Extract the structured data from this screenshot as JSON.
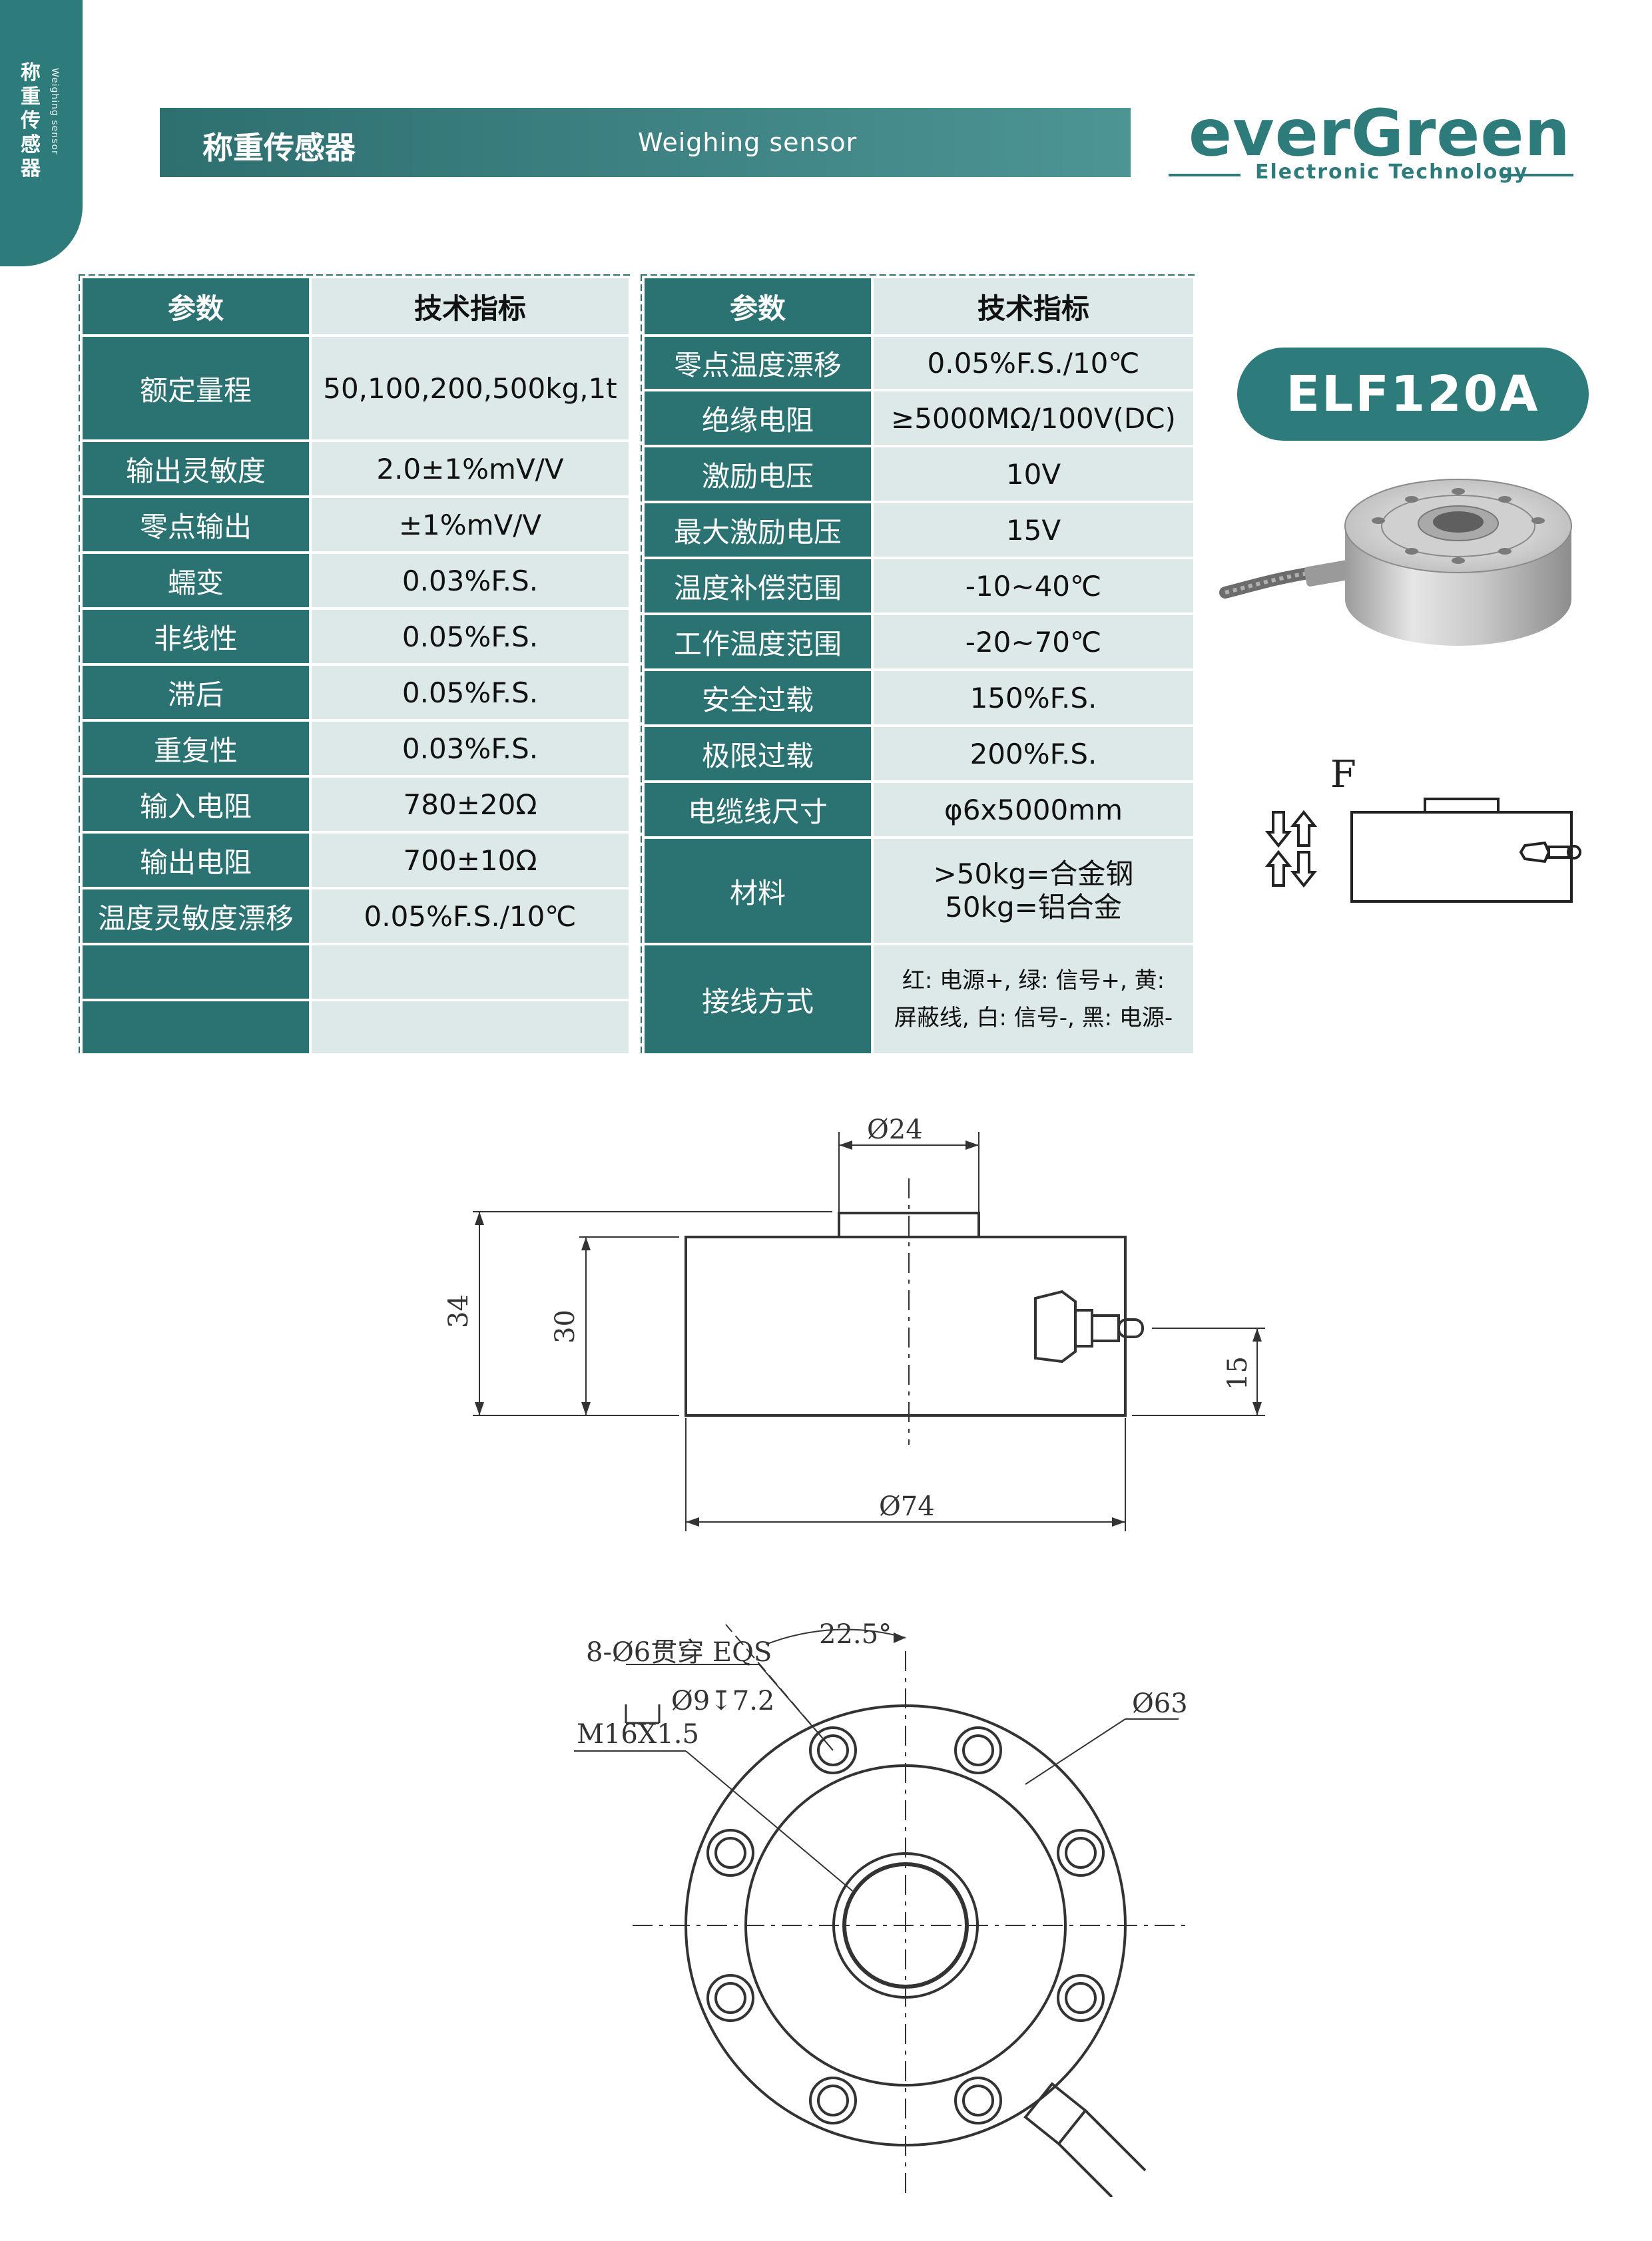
{
  "side": {
    "cn": "称重传感器",
    "en": "Weighing sensor"
  },
  "banner": {
    "cn": "称重传感器",
    "en": "Weighing sensor"
  },
  "logo": {
    "main": "everGreen",
    "sub": "Electronic Technology"
  },
  "model": "ELF120A",
  "left_table": {
    "header": [
      "参数",
      "技术指标"
    ],
    "rows": [
      [
        "额定量程",
        "50,100,200,500kg,1t"
      ],
      [
        "输出灵敏度",
        "2.0±1%mV/V"
      ],
      [
        "零点输出",
        "±1%mV/V"
      ],
      [
        "蠕变",
        "0.03%F.S."
      ],
      [
        "非线性",
        "0.05%F.S."
      ],
      [
        "滞后",
        "0.05%F.S."
      ],
      [
        "重复性",
        "0.03%F.S."
      ],
      [
        "输入电阻",
        "780±20Ω"
      ],
      [
        "输出电阻",
        "700±10Ω"
      ],
      [
        "温度灵敏度漂移",
        "0.05%F.S./10℃"
      ],
      [
        "",
        ""
      ],
      [
        "",
        ""
      ]
    ]
  },
  "right_table": {
    "header": [
      "参数",
      "技术指标"
    ],
    "rows": [
      [
        "零点温度漂移",
        "0.05%F.S./10℃"
      ],
      [
        "绝缘电阻",
        "≥5000MΩ/100V(DC)"
      ],
      [
        "激励电压",
        "10V"
      ],
      [
        "最大激励电压",
        "15V"
      ],
      [
        "温度补偿范围",
        "-10~40℃"
      ],
      [
        "工作温度范围",
        "-20~70℃"
      ],
      [
        "安全过载",
        "150%F.S."
      ],
      [
        "极限过载",
        "200%F.S."
      ],
      [
        "电缆线尺寸",
        "φ6x5000mm"
      ],
      [
        "材料",
        ">50kg=合金钢",
        "50kg=铝合金"
      ],
      [
        "接线方式",
        "红: 电源+, 绿: 信号+, 黄:",
        "屏蔽线, 白: 信号-, 黑: 电源-"
      ]
    ]
  },
  "force_diagram": {
    "label": "F"
  },
  "side_view": {
    "top_dia": "Ø24",
    "height_total": "34",
    "height_body": "30",
    "cable_height": "15",
    "body_dia": "Ø74"
  },
  "top_view": {
    "holes_line1": "8-Ø6贯穿 EQS",
    "holes_line2": "Ø9↧7.2",
    "thread": "M16X1.5",
    "angle": "22.5°",
    "pcd": "Ø63"
  }
}
